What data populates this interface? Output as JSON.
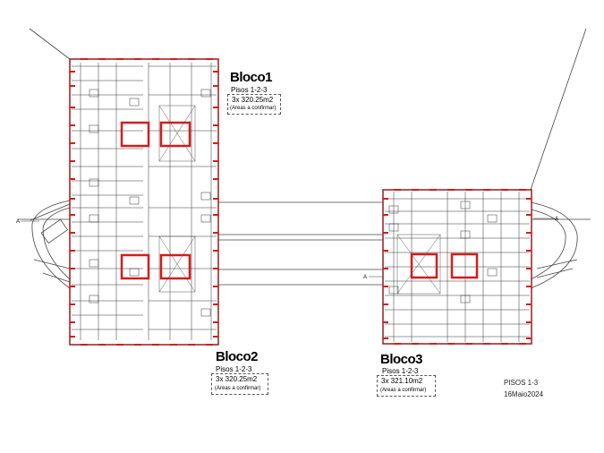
{
  "blocks": [
    {
      "name": "Bloco1",
      "pisos": "Pisos 1-2-3",
      "area": "3x 320.25m2",
      "note": "(Areas a confirmar)"
    },
    {
      "name": "Bloco2",
      "pisos": "Pisos 1-2-3",
      "area": "3x 320.25m2",
      "note": "(Areas a confirmar)"
    },
    {
      "name": "Bloco3",
      "pisos": "Pisos 1-2-3",
      "area": "3x 321.10m2",
      "note": "(Areas a confirmar)"
    }
  ],
  "section_marker": "A",
  "sheet": {
    "floors": "PISOS 1-3",
    "date": "16Maio2024"
  },
  "colors": {
    "walls": "#d41c1c",
    "lines": "#333333",
    "frame": "#9a1a1a"
  }
}
